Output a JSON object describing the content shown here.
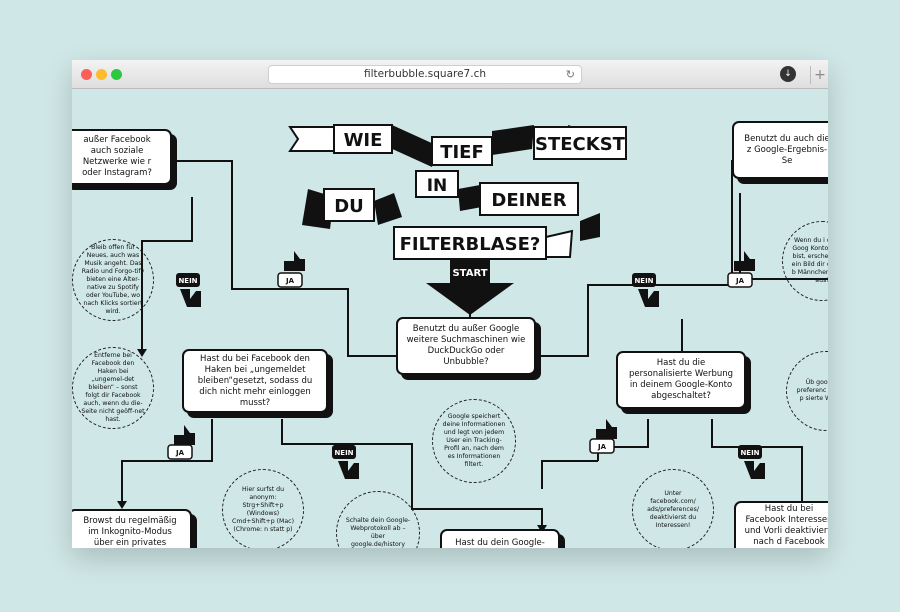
{
  "browser": {
    "url": "filterbubble.square7.ch",
    "colors": {
      "close": "#fc5f57",
      "minimize": "#fdbc2e",
      "zoom": "#2bc840"
    },
    "icons": {
      "reload": "reload-icon",
      "download": "download-icon",
      "new_tab": "plus-icon"
    }
  },
  "title": {
    "w1": "WIE",
    "w2": "TIEF",
    "w3": "STECKST",
    "w4": "DU",
    "w5": "IN",
    "w6": "DEINER",
    "w7": "FILTERBLASE?"
  },
  "start": "START",
  "answers": {
    "ja": "JA",
    "nein": "NEIN"
  },
  "questions": {
    "q_left_top": "außer Facebook auch soziale Netzwerke wie r oder Instagram?",
    "q_right_top": "Benutzt du auch die z Google-Ergebnis-Se",
    "q_center": "Benutzt du außer Google weitere Suchmaschinen wie DuckDuckGo oder Unbubble?",
    "q_fb": "Hast du bei Facebook den Haken bei „ungemeldet bleiben“gesetzt, sodass du dich nicht mehr einloggen musst?",
    "q_google_ads": "Hast du die personalisierte Werbung in deinem Google-Konto abgeschaltet?",
    "q_incognito": "Browst du regelmäßig im Inkognito-Modus über ein privates Fenster?",
    "q_webprotokoll": "Hast du dein Google-Web-protokoll abgeschaltet?",
    "q_fb_right": "Hast du bei Facebook Interessen und Vorli deaktiviert, nach d Facebook dich tr"
  },
  "tips": {
    "t_open": "Bleib offen für Neues, auch was Musik angeht. Das Radio und Forgo-tify bieten eine Alter-native zu Spotify oder YouTube, wo nach Klicks sortiert wird.",
    "t_entferne": "Entferne bei Facebook den Haken bei „ungemel-det bleiben“ – sonst folgt dir Facebook auch, wenn du die-Seite nicht geöff-net hast.",
    "t_google": "Google speichert deine Informationen und legt von jedem User ein Tracking-Profil an, nach dem es Informationen filtert.",
    "t_anonym": "Hier surfst du anonym: Strg+Shift+p (Windows) Cmd+Shift+p (Mac) (Chrome: n statt p)",
    "t_schalte": "Schalte dein Google-Webprotokoll ab – über google.de/history",
    "t_unter": "Unter facebook.com/ ads/preferences/ deaktivierst du Interessen!",
    "t_wenn": "Wenn du i deinem Goog Konto angem bist, erschein oben ein Bild dir oder ein b Männchen. L dich aus!",
    "t_ueber": "Üb google.co preferenc du deine p sierte W deakti"
  }
}
